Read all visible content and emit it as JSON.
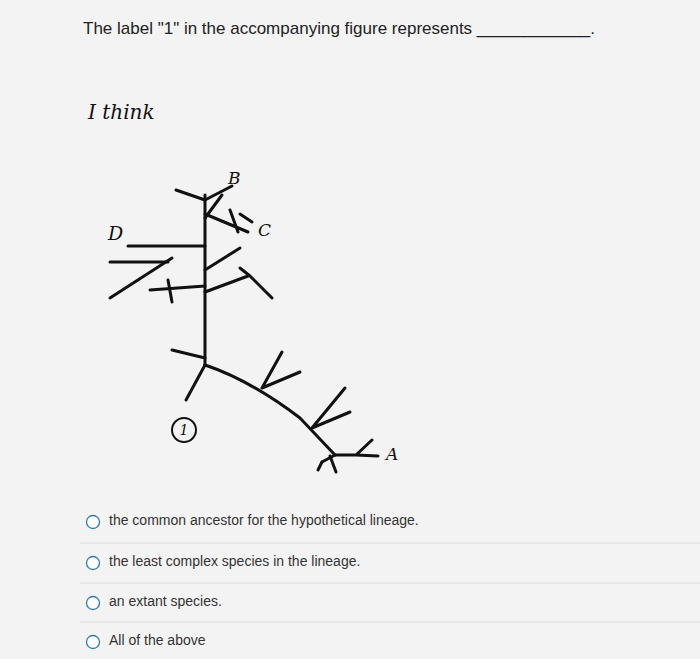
{
  "diagram": {
    "title": "The label \"1\" in the accompanying figure represents ____________.",
    "nodes": [
      {
        "text": [
          "1"
        ]
      }
    ],
    "labels": [
      "I think",
      "B",
      "C",
      "D",
      "A",
      "the common ancestor for the hypothetical lineage.",
      "the least complex species in the lineage.",
      "an extant species.",
      "All of the above"
    ]
  }
}
